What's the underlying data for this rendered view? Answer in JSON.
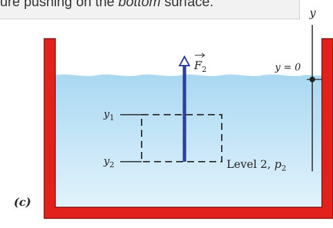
{
  "caption": {
    "before": "ure pushing on the ",
    "emphasis": "bottom",
    "after": " surface."
  },
  "panel_label": "(c)",
  "axis": {
    "name": "y",
    "zero_label": "y = 0"
  },
  "levels": {
    "y1": "y",
    "y1_sub": "1",
    "y2": "y",
    "y2_sub": "2"
  },
  "force": {
    "symbol": "F",
    "sub": "2"
  },
  "level2_label": {
    "text": "Level 2, ",
    "p": "p",
    "p_sub": "2"
  },
  "colors": {
    "tank": "#e2211c",
    "tank_edge": "#8a1212",
    "water_top": "#a9d8f2",
    "water_bottom": "#dff1fb",
    "force_arrow": "#2f3f9e",
    "dashes": "#222222"
  }
}
